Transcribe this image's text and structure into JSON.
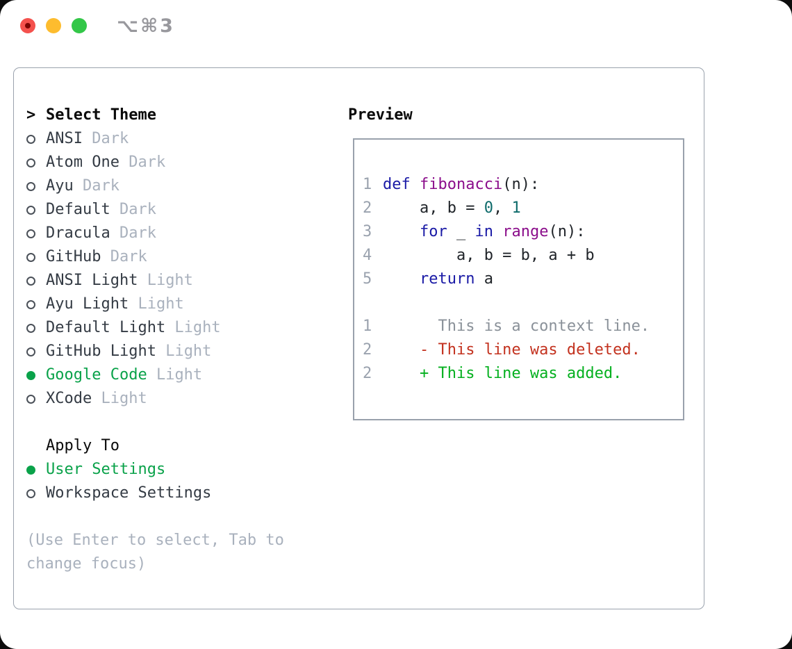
{
  "window": {
    "title_shortcut": "⌥⌘3",
    "traffic_colors": {
      "close": "#f4514d",
      "minimize": "#fdbc2e",
      "zoom": "#33c748"
    }
  },
  "theme_list": {
    "prompt": ">",
    "header": "Select Theme",
    "items": [
      {
        "name": "ANSI",
        "variant": "Dark",
        "selected": false
      },
      {
        "name": "Atom One",
        "variant": "Dark",
        "selected": false
      },
      {
        "name": "Ayu",
        "variant": "Dark",
        "selected": false
      },
      {
        "name": "Default",
        "variant": "Dark",
        "selected": false
      },
      {
        "name": "Dracula",
        "variant": "Dark",
        "selected": false
      },
      {
        "name": "GitHub",
        "variant": "Dark",
        "selected": false
      },
      {
        "name": "ANSI Light",
        "variant": "Light",
        "selected": false
      },
      {
        "name": "Ayu Light",
        "variant": "Light",
        "selected": false
      },
      {
        "name": "Default Light",
        "variant": "Light",
        "selected": false
      },
      {
        "name": "GitHub Light",
        "variant": "Light",
        "selected": false
      },
      {
        "name": "Google Code",
        "variant": "Light",
        "selected": true
      },
      {
        "name": "XCode",
        "variant": "Light",
        "selected": false
      }
    ]
  },
  "apply_to": {
    "header": "Apply To",
    "options": [
      {
        "label": "User Settings",
        "selected": true
      },
      {
        "label": "Workspace Settings",
        "selected": false
      }
    ]
  },
  "help_text": "(Use Enter to select, Tab to change focus)",
  "preview": {
    "header": "Preview",
    "lines": [
      {
        "n": "1",
        "tokens": [
          {
            "t": "def ",
            "c": "kw"
          },
          {
            "t": "fibonacci",
            "c": "fn"
          },
          {
            "t": "(n):",
            "c": "pln"
          }
        ]
      },
      {
        "n": "2",
        "tokens": [
          {
            "t": "    a, b = ",
            "c": "pln"
          },
          {
            "t": "0",
            "c": "lit"
          },
          {
            "t": ", ",
            "c": "pln"
          },
          {
            "t": "1",
            "c": "lit"
          }
        ]
      },
      {
        "n": "3",
        "tokens": [
          {
            "t": "    ",
            "c": "pln"
          },
          {
            "t": "for",
            "c": "kw"
          },
          {
            "t": " _ ",
            "c": "pln"
          },
          {
            "t": "in",
            "c": "kw"
          },
          {
            "t": " ",
            "c": "pln"
          },
          {
            "t": "range",
            "c": "fn"
          },
          {
            "t": "(n):",
            "c": "pln"
          }
        ]
      },
      {
        "n": "4",
        "tokens": [
          {
            "t": "        a, b = b, a + b",
            "c": "pln"
          }
        ]
      },
      {
        "n": "5",
        "tokens": [
          {
            "t": "    ",
            "c": "pln"
          },
          {
            "t": "return",
            "c": "kw"
          },
          {
            "t": " a",
            "c": "pln"
          }
        ]
      },
      {
        "n": "",
        "tokens": []
      },
      {
        "n": "1",
        "tokens": [
          {
            "t": "      This is a context line.",
            "c": "ctx"
          }
        ]
      },
      {
        "n": "2",
        "tokens": [
          {
            "t": "    - This line was deleted.",
            "c": "del"
          }
        ]
      },
      {
        "n": "2",
        "tokens": [
          {
            "t": "    + This line was added.",
            "c": "add"
          }
        ]
      }
    ]
  },
  "colors": {
    "selected_green": "#0aa24a",
    "keyword_blue": "#1a1aa6",
    "function_purple": "#8b0e8b",
    "literal_teal": "#0e6b6b",
    "deleted_red": "#c3321f",
    "added_green": "#04b01f",
    "context_gray": "#8a9199",
    "muted_gray": "#a9b1bd",
    "border_gray": "#9aa2ad"
  }
}
